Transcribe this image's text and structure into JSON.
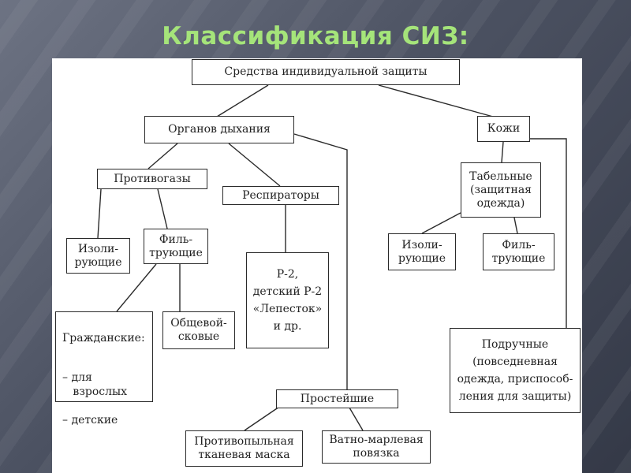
{
  "slide": {
    "title": "Классификация СИЗ:"
  },
  "diagram": {
    "root": "Средства индивидуальной защиты",
    "respiratory": {
      "label": "Органов дыхания",
      "gas_masks": {
        "label": "Противогазы",
        "isolating": "Изоли-\nрующие",
        "filtering": "Филь-\nтрующие",
        "civil": {
          "title": "Гражданские:",
          "item1": "– для\n   взрослых",
          "item2": "– детские"
        },
        "general_army": "Общевой-\nсковые"
      },
      "respirators": {
        "label": "Респираторы",
        "examples": "Р-2,\nдетский Р-2\n«Лепесток»\nи др."
      },
      "simplest": {
        "label": "Простейшие",
        "dust_mask": "Противопыльная\nтканевая маска",
        "gauze": "Ватно-марлевая\nповязка"
      }
    },
    "skin": {
      "label": "Кожи",
      "tabular": {
        "label": "Табельные\n(защитная\nодежда)",
        "isolating": "Изоли-\nрующие",
        "filtering": "Филь-\nтрующие"
      },
      "improvised": "Подручные\n(повседневная\nодежда, приспособ-\nления для защиты)"
    }
  }
}
